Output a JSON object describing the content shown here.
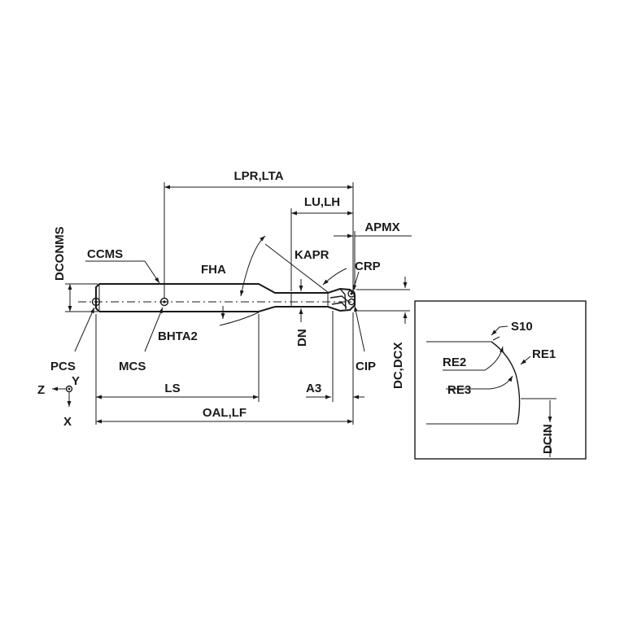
{
  "labels": {
    "lpr_lta": "LPR,LTA",
    "lu_lh": "LU,LH",
    "apmx": "APMX",
    "dconms": "DCONMS",
    "ccms": "CCMS",
    "fha": "FHA",
    "kapr": "KAPR",
    "crp": "CRP",
    "bhta2": "BHTA2",
    "dn": "DN",
    "dc_dcx": "DC,DCX",
    "cip": "CIP",
    "pcs": "PCS",
    "mcs": "MCS",
    "ls": "LS",
    "a3": "A3",
    "oal_lf": "OAL,LF",
    "axis_z": "Z",
    "axis_y": "Y",
    "axis_x": "X",
    "s10": "S10",
    "re1": "RE1",
    "re2": "RE2",
    "re3": "RE3",
    "dcin": "DCIN"
  }
}
